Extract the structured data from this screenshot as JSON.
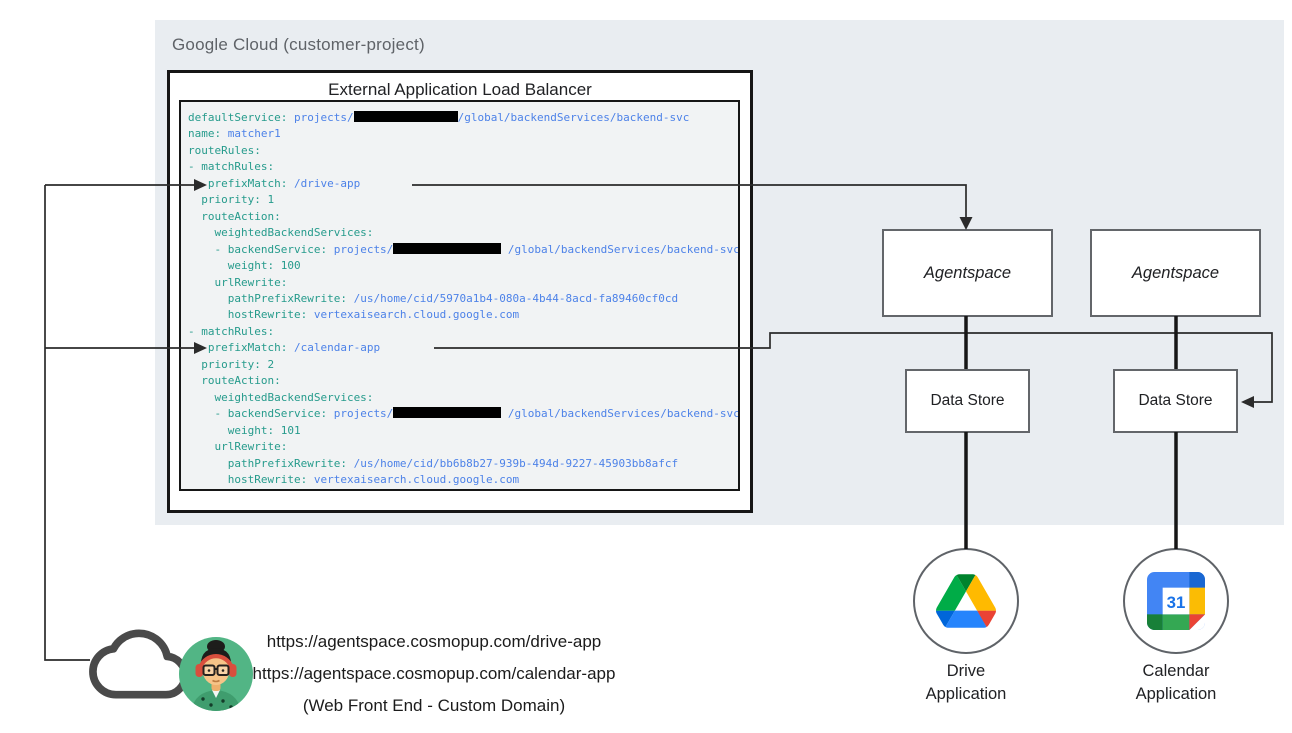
{
  "gcp": {
    "label": "Google Cloud (customer-project)"
  },
  "load_balancer": {
    "title": "External Application Load Balancer"
  },
  "code": {
    "lines": [
      [
        [
          "k",
          "defaultService: "
        ],
        [
          "v",
          "projects/"
        ],
        [
          "r",
          "104"
        ],
        [
          "v",
          "/global/backendServices/backend-svc"
        ]
      ],
      [
        [
          "k",
          "name: "
        ],
        [
          "v",
          "matcher1"
        ]
      ],
      [
        [
          "k",
          "routeRules:"
        ]
      ],
      [
        [
          "k",
          "- matchRules:"
        ]
      ],
      [
        [
          "k",
          " - prefixMatch: "
        ],
        [
          "v",
          "/drive-app"
        ]
      ],
      [
        [
          "k",
          "  priority: "
        ],
        [
          "n",
          "1"
        ]
      ],
      [
        [
          "k",
          "  routeAction:"
        ]
      ],
      [
        [
          "k",
          "    weightedBackendServices:"
        ]
      ],
      [
        [
          "k",
          "    - backendService: "
        ],
        [
          "v",
          "projects/"
        ],
        [
          "r",
          "108"
        ],
        [
          "v",
          " /global/backendServices/backend-svc"
        ]
      ],
      [
        [
          "k",
          "      weight: "
        ],
        [
          "n",
          "100"
        ]
      ],
      [
        [
          "k",
          "    urlRewrite:"
        ]
      ],
      [
        [
          "k",
          "      pathPrefixRewrite: "
        ],
        [
          "v",
          "/us/home/cid/5970a1b4-080a-4b44-8acd-fa89460cf0cd"
        ]
      ],
      [
        [
          "k",
          "      hostRewrite: "
        ],
        [
          "v",
          "vertexaisearch.cloud.google.com"
        ]
      ],
      [
        [
          "k",
          "- matchRules:"
        ]
      ],
      [
        [
          "k",
          " - prefixMatch: "
        ],
        [
          "v",
          "/calendar-app"
        ]
      ],
      [
        [
          "k",
          "  priority: "
        ],
        [
          "n",
          "2"
        ]
      ],
      [
        [
          "k",
          "  routeAction:"
        ]
      ],
      [
        [
          "k",
          "    weightedBackendServices:"
        ]
      ],
      [
        [
          "k",
          "    - backendService: "
        ],
        [
          "v",
          "projects/"
        ],
        [
          "r",
          "108"
        ],
        [
          "v",
          " /global/backendServices/backend-svc"
        ]
      ],
      [
        [
          "k",
          "      weight: "
        ],
        [
          "n",
          "101"
        ]
      ],
      [
        [
          "k",
          "    urlRewrite:"
        ]
      ],
      [
        [
          "k",
          "      pathPrefixRewrite: "
        ],
        [
          "v",
          "/us/home/cid/bb6b8b27-939b-494d-9227-45903bb8afcf"
        ]
      ],
      [
        [
          "k",
          "      hostRewrite: "
        ],
        [
          "v",
          "vertexaisearch.cloud.google.com"
        ]
      ]
    ]
  },
  "nodes": {
    "agentspace_left": {
      "label": "Agentspace"
    },
    "agentspace_right": {
      "label": "Agentspace"
    },
    "datastore_left": {
      "label": "Data Store"
    },
    "datastore_right": {
      "label": "Data Store"
    },
    "drive_app": {
      "line1": "Drive",
      "line2": "Application"
    },
    "calendar_app": {
      "line1": "Calendar",
      "line2": "Application"
    }
  },
  "frontend": {
    "url_drive": "https://agentspace.cosmopup.com/drive-app",
    "url_calendar": "https://agentspace.cosmopup.com/calendar-app",
    "caption": "(Web Front End - Custom Domain)"
  },
  "icons": {
    "cloud": "cloud-icon",
    "user": "user-avatar",
    "drive": "google-drive-icon",
    "calendar": "google-calendar-icon",
    "calendar_day": "31"
  },
  "colors": {
    "container_bg": "#e9edf1",
    "code_bg": "#f1f3f4",
    "code_key": "#269b8c",
    "code_value": "#4d82e8",
    "redaction": "#000000",
    "border_dark": "#161616",
    "node_border": "#63666a",
    "text_muted": "#5f6368",
    "google_blue": "#4285f4",
    "google_dark_blue": "#1967d2",
    "google_green": "#34a853",
    "google_dark_green": "#188038",
    "google_yellow": "#fbbc04",
    "google_red": "#ea4335"
  }
}
